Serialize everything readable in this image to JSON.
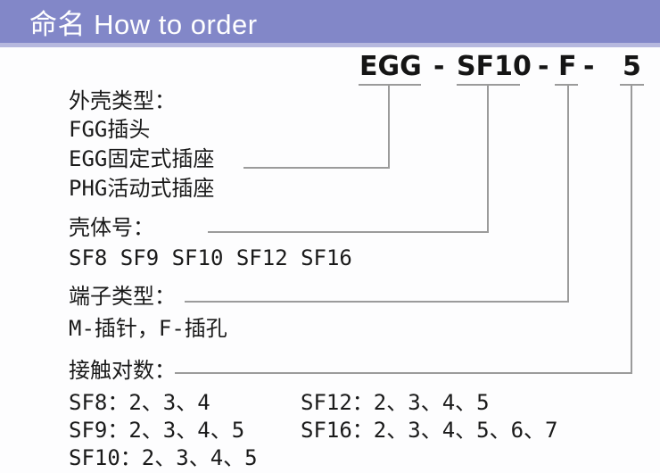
{
  "header": {
    "title": "命名 How to order"
  },
  "code": {
    "tokens": [
      "EGG",
      "-",
      "SF10",
      "-",
      "F",
      "-",
      "5"
    ]
  },
  "sections": [
    {
      "title": "外壳类型：",
      "items": [
        "FGG插头",
        "EGG固定式插座",
        "PHG活动式插座"
      ]
    },
    {
      "title": "壳体号：",
      "items": [
        "SF8 SF9 SF10 SF12 SF16"
      ]
    },
    {
      "title": "端子类型：",
      "items": [
        "M-插针，F-插孔"
      ]
    },
    {
      "title": "接触对数：",
      "col1": [
        "SF8：2、3、4",
        "SF9：2、3、4、5",
        "SF10：2、3、4、5"
      ],
      "col2": [
        "SF12：2、3、4、5",
        "SF16：2、3、4、5、6、7"
      ]
    }
  ],
  "colors": {
    "header_bg": "#8287c8",
    "header_bg_light": "#b6b8de",
    "header_text": "#ffffff",
    "connector_line": "#9b9b9b",
    "body_text": "#1a1a1a",
    "background": "#fdfdfe"
  }
}
